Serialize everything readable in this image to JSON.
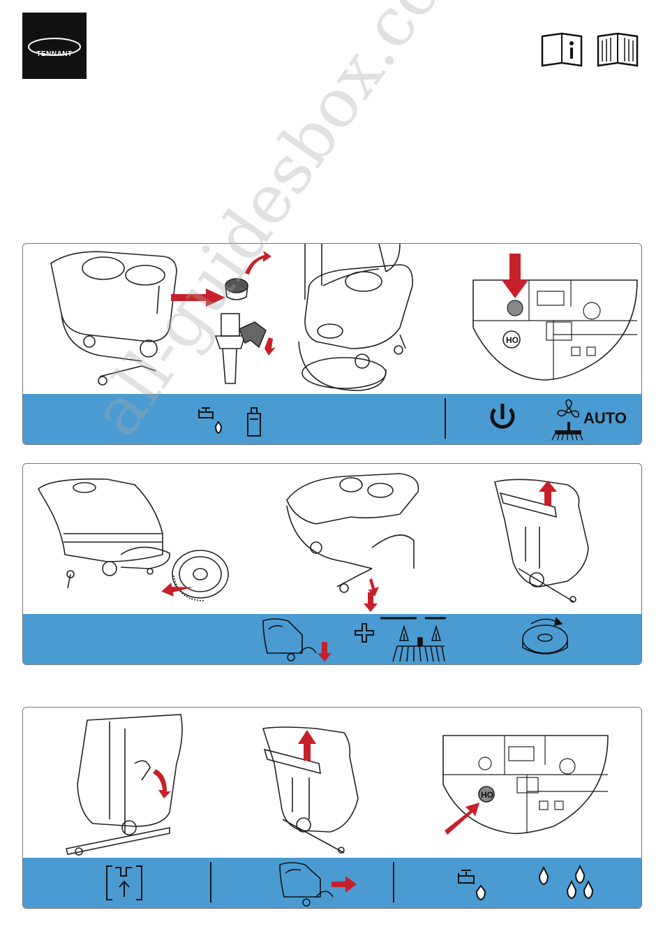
{
  "brand": {
    "name": "TENNANT",
    "color": "#111111"
  },
  "header": {
    "icons": [
      "manual-info-icon",
      "manual-book-icon"
    ]
  },
  "colors": {
    "band": "#4a9bd2",
    "arrow": "#c8202a"
  },
  "panel1": {
    "band_icons": [
      "water-tap-icon",
      "detergent-bottle-icon",
      "power-icon",
      "fan-icon",
      "brush-icon"
    ],
    "auto_label": "AUTO",
    "control_ho_label": "HO"
  },
  "panel2": {
    "band_icons": [
      "lower-deck-icon",
      "plus-icon",
      "brush-raise-icon",
      "pad-driver-icon"
    ]
  },
  "panel3": {
    "band_icons": [
      "squeegee-up-icon",
      "move-forward-icon",
      "water-tap-icon",
      "water-flow-low-icon",
      "water-flow-high-icon"
    ],
    "control_ho_label": "HO"
  },
  "watermark": "all-guidesbox.com"
}
